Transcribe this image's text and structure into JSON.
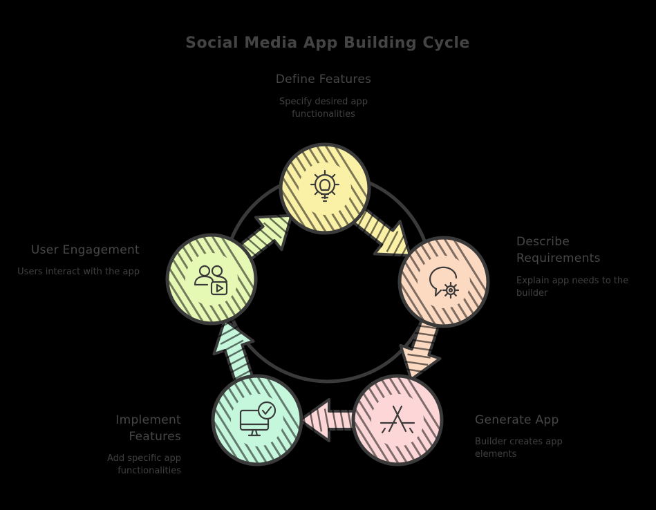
{
  "title": "Social Media App Building Cycle",
  "colors": {
    "background": "#000000",
    "stroke": "#3a3a3a",
    "text": "#444444"
  },
  "stages": [
    {
      "id": "define",
      "title": "Define Features",
      "description": "Specify desired app functionalities",
      "color": "#fbf1a6",
      "icon": "gear-lightbulb-icon"
    },
    {
      "id": "describe",
      "title": "Describe Requirements",
      "description": "Explain app needs to the builder",
      "color": "#fcd9c1",
      "icon": "chat-gear-icon"
    },
    {
      "id": "generate",
      "title": "Generate App",
      "description": "Builder creates app elements",
      "color": "#fdd7d7",
      "icon": "app-store-icon"
    },
    {
      "id": "implement",
      "title": "Implement Features",
      "description": "Add specific app functionalities",
      "color": "#c5f7dd",
      "icon": "monitor-check-icon"
    },
    {
      "id": "engage",
      "title": "User Engagement",
      "description": "Users interact with the app",
      "color": "#e5f9b4",
      "icon": "users-video-icon"
    }
  ]
}
